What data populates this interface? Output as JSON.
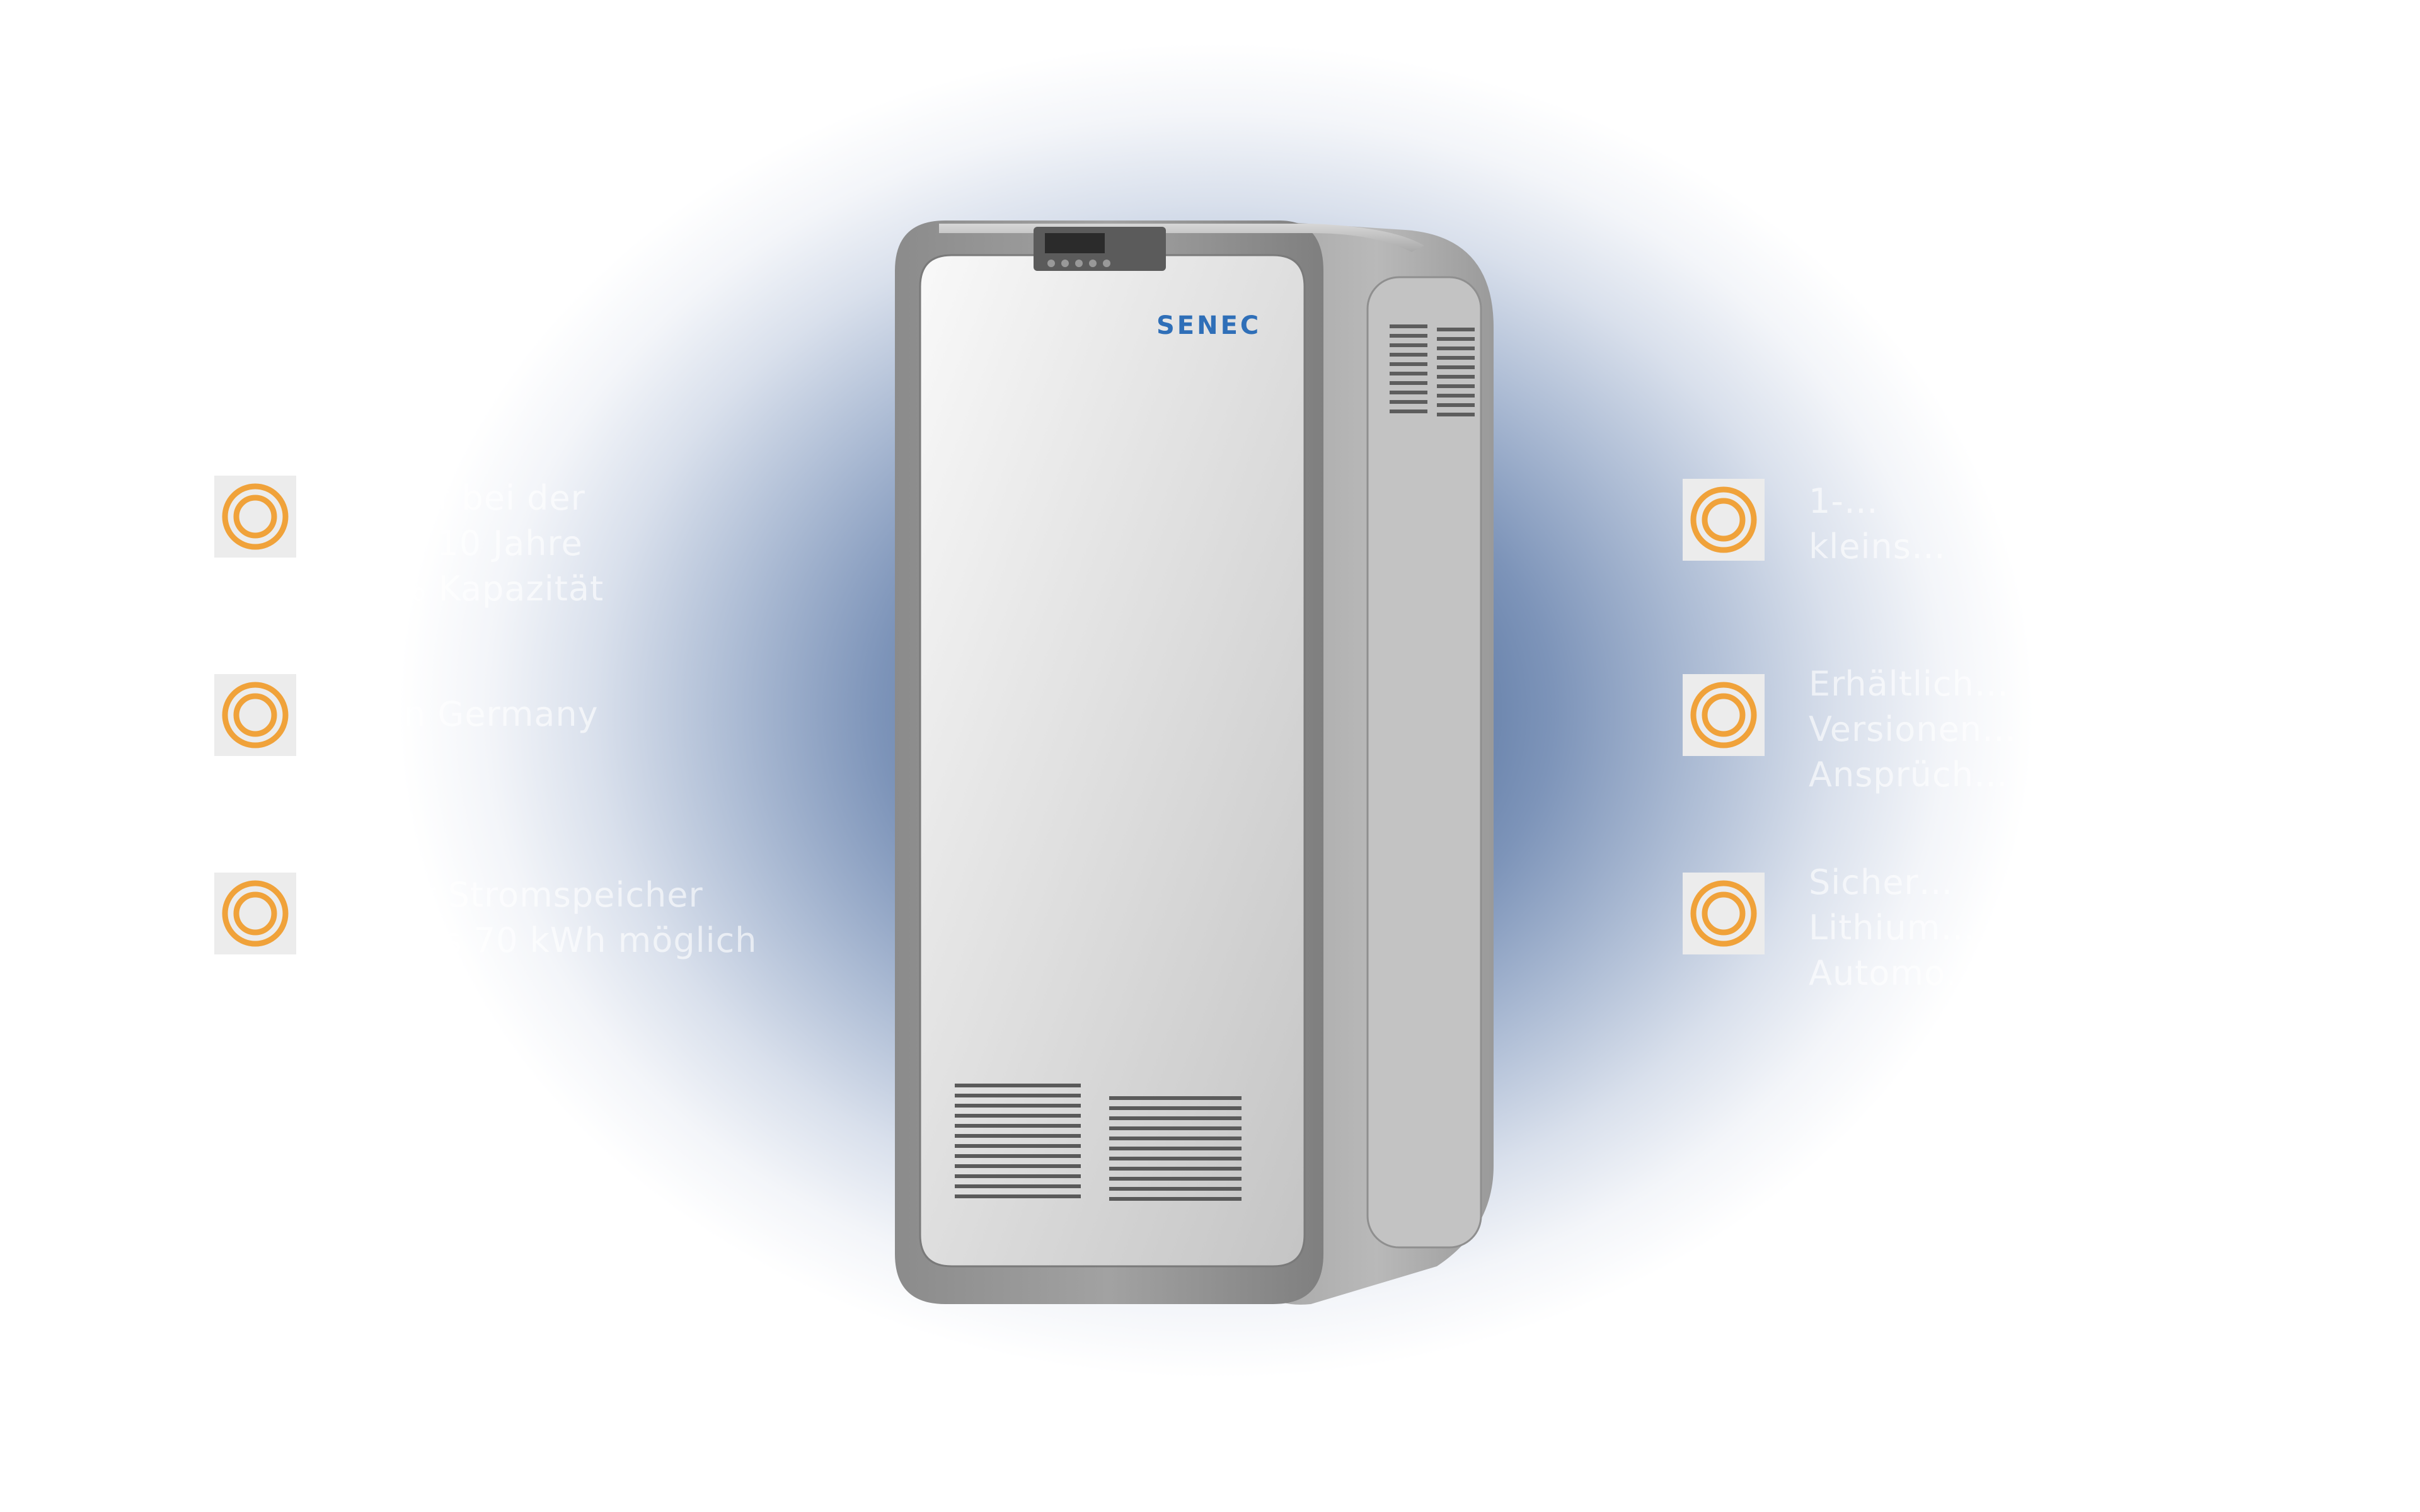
{
  "brand": {
    "logo_text": "SENEC",
    "logo_color": "#2f6fb8",
    "accent_color": "#f0a23a"
  },
  "features_left": [
    {
      "icon": "circle-target-icon",
      "text": "…auf bei der\n…ei 10 Jahre\n…% Kapazität"
    },
    {
      "icon": "circle-target-icon",
      "text": "…in Germany"
    },
    {
      "icon": "circle-target-icon",
      "text": "…er Stromspeicher\n… bis 70 kWh möglich"
    }
  ],
  "features_right": [
    {
      "icon": "circle-target-icon",
      "text": "1-…\nkleins…"
    },
    {
      "icon": "circle-target-icon",
      "text": "Erhältlich…\nVersionen…\nAnsprüch…"
    },
    {
      "icon": "circle-target-icon",
      "text": "Sicher…\nLithium…\nAutomo…"
    }
  ]
}
